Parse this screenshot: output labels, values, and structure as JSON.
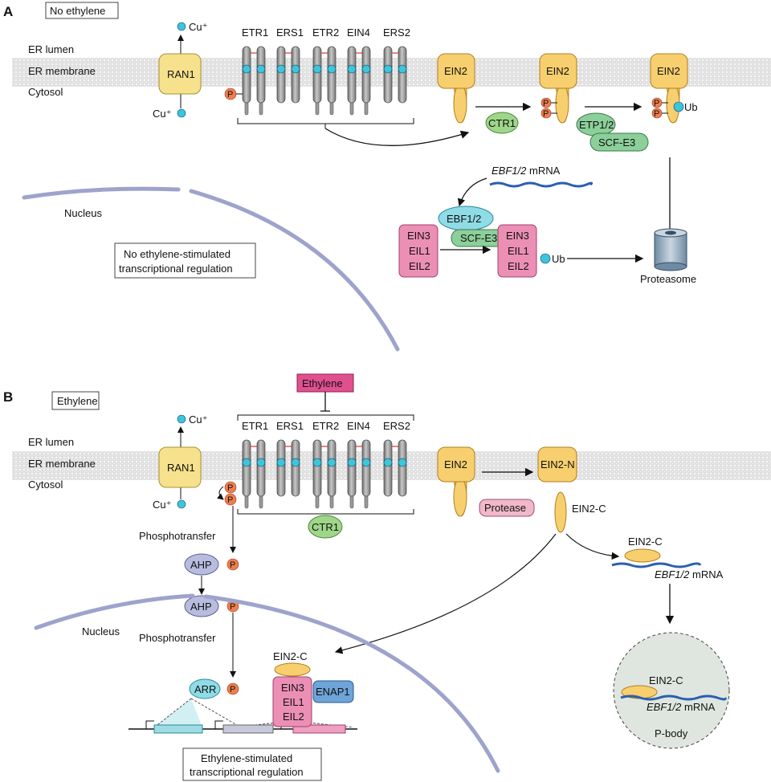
{
  "colors": {
    "ran1": "#f6e28c",
    "ein2": "#f7cf6e",
    "ctr1": "#9fd68a",
    "scf": "#8ccf9a",
    "ein3": "#ec8fb5",
    "ebf": "#8fdbe6",
    "enap1": "#6fa4d8",
    "phospho": "#ee7f4a",
    "copper": "#3cc6d8",
    "nucleus": "#9ea3cc",
    "ethylene": "#e0508f",
    "protease": "#f0b8c8",
    "ahp": "#b8bde0",
    "pbody": "#dfe6df",
    "mrna": "#2a5fb0",
    "receptor": "#9a9a9a"
  },
  "panel_a": {
    "letter": "A",
    "condition": "No ethylene",
    "er_lumen": "ER lumen",
    "er_membrane": "ER membrane",
    "cytosol": "Cytosol",
    "ran1": "RAN1",
    "cu_top": "Cu⁺",
    "cu_bottom": "Cu⁺",
    "receptors": [
      "ETR1",
      "ERS1",
      "ETR2",
      "EIN4",
      "ERS2"
    ],
    "p": "P",
    "ein2": [
      "EIN2",
      "EIN2",
      "EIN2"
    ],
    "ctr1": "CTR1",
    "etp": "ETP1/2",
    "scf_e3": "SCF-E3",
    "ub": "Ub",
    "mrna_gene": "EBF1/2",
    "mrna_word": "mRNA",
    "nucleus": "Nucleus",
    "no_regulation": [
      "No ethylene-stimulated",
      "transcriptional regulation"
    ],
    "ebf": "EBF1/2",
    "scf_e3_2": "SCF-E3",
    "ein3_complex": [
      "EIN3",
      "EIL1",
      "EIL2"
    ],
    "ub2": "Ub",
    "proteasome": "Proteasome"
  },
  "panel_b": {
    "letter": "B",
    "condition": "Ethylene",
    "ethylene": "Ethylene",
    "er_lumen": "ER lumen",
    "er_membrane": "ER membrane",
    "cytosol": "Cytosol",
    "ran1": "RAN1",
    "cu_top": "Cu⁺",
    "cu_bottom": "Cu⁺",
    "receptors": [
      "ETR1",
      "ERS1",
      "ETR2",
      "EIN4",
      "ERS2"
    ],
    "p": "P",
    "ctr1": "CTR1",
    "ein2": "EIN2",
    "ein2_n": "EIN2-N",
    "ein2_c": "EIN2-C",
    "protease": "Protease",
    "phosphotransfer": "Phosphotransfer",
    "ahp": "AHP",
    "arr": "ARR",
    "nucleus": "Nucleus",
    "ein2_c_mrna": "EIN2-C",
    "mrna_gene": "EBF1/2",
    "mrna_word": "mRNA",
    "ein2_c_nuclear": "EIN2-C",
    "ein3_complex": [
      "EIN3",
      "EIL1",
      "EIL2"
    ],
    "enap1": "ENAP1",
    "pbody_ein2_c": "EIN2-C",
    "pbody": "P-body",
    "regulation": [
      "Ethylene-stimulated",
      "transcriptional regulation"
    ]
  }
}
